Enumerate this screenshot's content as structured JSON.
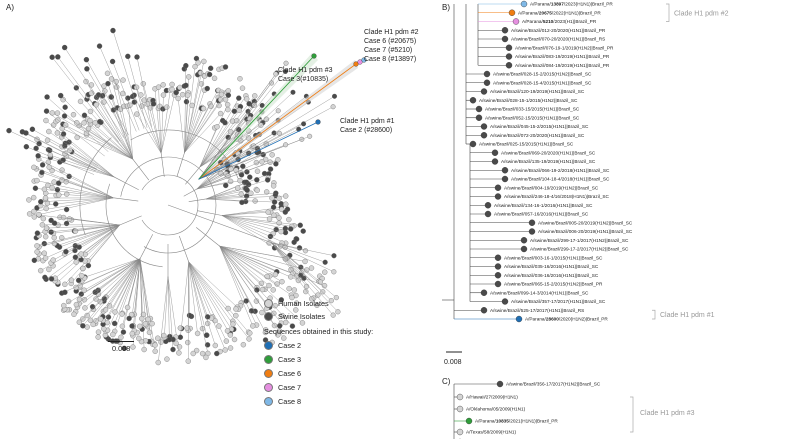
{
  "panel_a": {
    "label": "A)",
    "annotations": {
      "pdm2": [
        "Clade H1 pdm #2",
        "Case 6 (#20675)",
        "Case 7 (#5210)",
        "Case 8 (#13897)"
      ],
      "pdm3": [
        "Clade H1 pdm #3",
        "Case 3(#10835)"
      ],
      "pdm1": [
        "Clade H1 pdm #1",
        "Case 2 (#28600)"
      ]
    },
    "scale": "0.008",
    "legend": {
      "human": "Human Isolates",
      "swine": "Swine Isolates",
      "heading": "Sequences obtained in this study:",
      "cases": [
        {
          "label": "Case 2",
          "color": "#1f6fb5"
        },
        {
          "label": "Case 3",
          "color": "#2f9e3a"
        },
        {
          "label": "Case 6",
          "color": "#f07d12"
        },
        {
          "label": "Case 7",
          "color": "#e58fe0"
        },
        {
          "label": "Case 8",
          "color": "#7fb8e6"
        }
      ]
    },
    "colors": {
      "human": "#d4d4d4",
      "swine": "#4a4a4a",
      "branch": "#888888",
      "pdm3_band": "#2f9e3a"
    }
  },
  "panel_b": {
    "label": "B)",
    "scale": "0.008",
    "clade_labels": [
      "Clade H1 pdm #2",
      "Clade H1 pdm #1"
    ],
    "tips": [
      {
        "pre": "A/Parana/",
        "bold": "13897",
        "post": "/2023(H1N1)|Brazil_PR",
        "kind": "case",
        "color": "#7fb8e6"
      },
      {
        "pre": "A/Parana/",
        "bold": "20675",
        "post": "/2022(H1N1)|Brazil_PR",
        "kind": "case",
        "color": "#f07d12"
      },
      {
        "pre": "A/Parana/",
        "bold": "5210",
        "post": "/2023(H1)|Brazil_PR",
        "kind": "case",
        "color": "#e58fe0"
      },
      {
        "pre": "A/swine/Brazil/012-20/2020(H1N1)|Brazil_PR",
        "bold": "",
        "post": "",
        "kind": "swine"
      },
      {
        "pre": "A/swine/Brazil/070-20/2020(H1N1)|Brazil_RS",
        "bold": "",
        "post": "",
        "kind": "swine"
      },
      {
        "pre": "A/swine/Brazil/076-19-1/2019(H1N2)|Brazil_PR",
        "bold": "",
        "post": "",
        "kind": "swine"
      },
      {
        "pre": "A/swine/Brazil/083-19/2019(H1N1)|Brazil_PR",
        "bold": "",
        "post": "",
        "kind": "swine"
      },
      {
        "pre": "A/swine/Brazil/084-19/2019(H1N1)|Brazil_PR",
        "bold": "",
        "post": "",
        "kind": "swine"
      },
      {
        "pre": "A/swine/Brazil/028-15-2/2015(H1N2)|Brazil_SC",
        "bold": "",
        "post": "",
        "kind": "swine"
      },
      {
        "pre": "A/swine/Brazil/028-15-4/2015(H1N1)|Brazil_SC",
        "bold": "",
        "post": "",
        "kind": "swine"
      },
      {
        "pre": "A/swine/Brazil/120-19/2019(H1N1)|Brazil_SC",
        "bold": "",
        "post": "",
        "kind": "swine"
      },
      {
        "pre": "A/swine/Brazil/028-15-1/2015(H1N2)|Brazil_SC",
        "bold": "",
        "post": "",
        "kind": "swine"
      },
      {
        "pre": "A/swine/Brazil/033-15/2015(H1N1)|Brazil_SC",
        "bold": "",
        "post": "",
        "kind": "swine"
      },
      {
        "pre": "A/swine/Brazil/052-15/2015(H1N1)|Brazil_SC",
        "bold": "",
        "post": "",
        "kind": "swine"
      },
      {
        "pre": "A/swine/Brazil/045-15-2/2015(H1N1)|Brazil_SC",
        "bold": "",
        "post": "",
        "kind": "swine"
      },
      {
        "pre": "A/swine/Brazil/072-20/2020(H1N1)|Brazil_SC",
        "bold": "",
        "post": "",
        "kind": "swine"
      },
      {
        "pre": "A/swine/Brazil/025-15/2015(H1N1)|Brazil_SC",
        "bold": "",
        "post": "",
        "kind": "swine"
      },
      {
        "pre": "A/swine/Brazil/069-20/2020(H1N1)|Brazil_SC",
        "bold": "",
        "post": "",
        "kind": "swine"
      },
      {
        "pre": "A/swine/Brazil/135-19/2019(H1N1)|Brazil_SC",
        "bold": "",
        "post": "",
        "kind": "swine"
      },
      {
        "pre": "A/swine/Brazil/066-19-2/2018(H1N1)|Brazil_SC",
        "bold": "",
        "post": "",
        "kind": "swine"
      },
      {
        "pre": "A/swine/Brazil/104-18-4/2018(H1N1)|Brazil_SC",
        "bold": "",
        "post": "",
        "kind": "swine"
      },
      {
        "pre": "A/swine/Brazil/004-19/2019(H1N2)|Brazil_SC",
        "bold": "",
        "post": "",
        "kind": "swine"
      },
      {
        "pre": "A/swine/Brazil/246-18-4/16/2018(H1N1)|Brazil_SC",
        "bold": "",
        "post": "",
        "kind": "swine"
      },
      {
        "pre": "A/swine/Brazil/134-16-1/2016(H1N1)|Brazil_SC",
        "bold": "",
        "post": "",
        "kind": "swine"
      },
      {
        "pre": "A/swine/Brazil/057-16/2016(H1N1)|Brazil_SC",
        "bold": "",
        "post": "",
        "kind": "swine"
      },
      {
        "pre": "A/swine/Brazil/005-20/2019(H1N2)|Brazil_SC",
        "bold": "",
        "post": "",
        "kind": "swine"
      },
      {
        "pre": "A/swine/Brazil/006-20/2019(H1N1)|Brazil_SC",
        "bold": "",
        "post": "",
        "kind": "swine"
      },
      {
        "pre": "A/swine/Brazil/299-17-1/2017(H1N2)|Brazil_SC",
        "bold": "",
        "post": "",
        "kind": "swine"
      },
      {
        "pre": "A/swine/Brazil/299-17-2/2017(H1N2)|Brazil_SC",
        "bold": "",
        "post": "",
        "kind": "swine"
      },
      {
        "pre": "A/swine/Brazil/003-16-1/2015(H1N1)|Brazil_SC",
        "bold": "",
        "post": "",
        "kind": "swine"
      },
      {
        "pre": "A/swine/Brazil/035-16/2016(H1N1)|Brazil_SC",
        "bold": "",
        "post": "",
        "kind": "swine"
      },
      {
        "pre": "A/swine/Brazil/036-16/2016(H1N1)|Brazil_SC",
        "bold": "",
        "post": "",
        "kind": "swine"
      },
      {
        "pre": "A/swine/Brazil/065-15-2/2015(H1N2)|Brazil_PR",
        "bold": "",
        "post": "",
        "kind": "swine"
      },
      {
        "pre": "A/swine/Brazil/099-14-3/2014(H1N1)|Brazil_SC",
        "bold": "",
        "post": "",
        "kind": "swine"
      },
      {
        "pre": "A/swine/Brazil/357-17/2017(H1N1)|Brazil_SC",
        "bold": "",
        "post": "",
        "kind": "swine"
      },
      {
        "pre": "A/swine/Brazil/525-17/2017(H1N1)|Brazil_RS",
        "bold": "",
        "post": "",
        "kind": "swine"
      },
      {
        "pre": "A/Parana/",
        "bold": "28600",
        "post": "/2020(H1N2)|Brazil_PR",
        "kind": "case",
        "color": "#1f6fb5"
      }
    ]
  },
  "panel_c": {
    "label": "C)",
    "scale": "0.008",
    "clade_label": "Clade H1 pdm #3",
    "tips": [
      {
        "pre": "A/swine/Brazil/356-17/2017(H1N2)|Brazil_SC",
        "bold": "",
        "post": "",
        "kind": "swine"
      },
      {
        "pre": "A/Hawaii/27/2009(H1N1)",
        "bold": "",
        "post": "",
        "kind": "human"
      },
      {
        "pre": "A/Oklahoma/05/2009(H1N1)",
        "bold": "",
        "post": "",
        "kind": "human"
      },
      {
        "pre": "A/Parana/",
        "bold": "10835",
        "post": "/2021(H1N1)|Brazil_PR",
        "kind": "case",
        "color": "#2f9e3a"
      },
      {
        "pre": "A/Texas/58/2009(H1N1)",
        "bold": "",
        "post": "",
        "kind": "human"
      },
      {
        "pre": "A/swine/Brazil/060-14-1/2014(H1N1)|Brazil_RS",
        "bold": "",
        "post": "",
        "kind": "swine"
      }
    ]
  }
}
